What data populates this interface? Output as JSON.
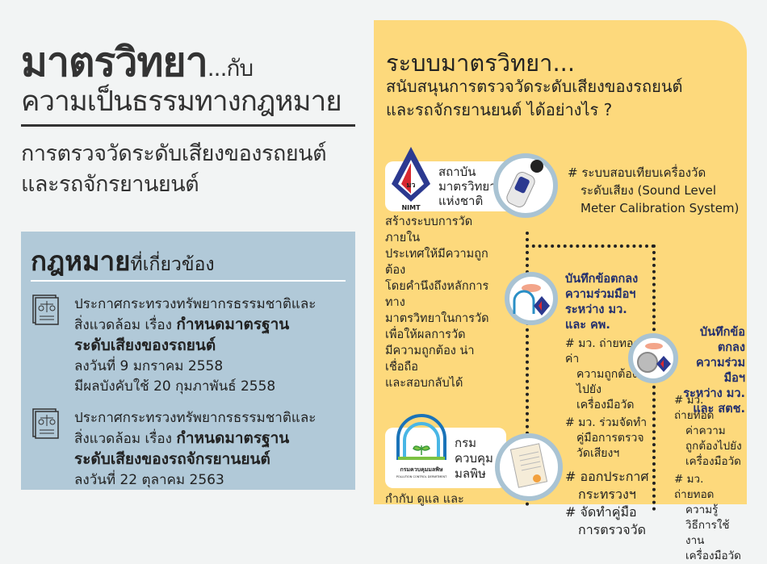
{
  "title": {
    "main_bold": "มาตรวิทยา",
    "main_suffix": "...กับ",
    "line2": "ความเป็นธรรมทางกฎหมาย",
    "subtitle_1": "การตรวจวัดระดับเสียงของรถยนต์",
    "subtitle_2": "และรถจักรยานยนต์"
  },
  "laws": {
    "heading_bold": "กฎหมาย",
    "heading_rest": "ที่เกี่ยวข้อง",
    "items": [
      {
        "icon": "law-document-icon",
        "line1": "ประกาศกระทรวงทรัพยากรธรรมชาติและ",
        "line2": "สิ่งแวดล้อม เรื่อง ",
        "bold1": "กำหนดมาตรฐาน",
        "bold2": "ระดับเสียงของรถยนต์",
        "date": "ลงวันที่ 9 มกราคม 2558",
        "effective": "มีผลบังคับใช้ 20 กุมภาพันธ์ 2558"
      },
      {
        "icon": "law-document-icon",
        "line1": "ประกาศกระทรวงทรัพยากรธรรมชาติและ",
        "line2": "สิ่งแวดล้อม เรื่อง ",
        "bold1": "กำหนดมาตรฐาน",
        "bold2": "ระดับเสียงของรถจักรยานยนต์",
        "date": "ลงวันที่ 22 ตุลาคม 2563"
      }
    ]
  },
  "system": {
    "heading": "ระบบมาตรวิทยา...",
    "sub1": "สนับสนุนการตรวจวัดระดับเสียงของรถยนต์",
    "sub2": "และรถจักรยานยนต์ ได้อย่างไร ?",
    "nimt": {
      "logo_text": "มว",
      "logo_caption": "NIMT",
      "name1": "สถาบัน",
      "name2": "มาตรวิทยา",
      "name3": "แห่งชาติ",
      "feature": [
        "# ระบบสอบเทียบเครื่องวัด",
        "ระดับเสียง (Sound Level",
        "Meter Calibration System)"
      ],
      "desc": [
        "สร้างระบบการวัดภายใน",
        "ประเทศให้มีความถูกต้อง",
        "โดยคำนึงถึงหลักการทาง",
        "มาตรวิทยาในการวัด",
        "เพื่อให้ผลการวัด",
        "มีความถูกต้อง น่าเชื่อถือ",
        "และสอบกลับได้"
      ]
    },
    "mou_pcd": {
      "title": [
        "บันทึกข้อตกลง",
        "ความร่วมมือฯ",
        "ระหว่าง มว. และ คพ."
      ],
      "bullets": [
        [
          "# มว. ถ่ายทอดค่า",
          "ความถูกต้อง",
          "ไปยัง",
          "เครื่องมือวัด"
        ],
        [
          "# มว. ร่วมจัดทำ",
          "คู่มือการตรวจ",
          "วัดเสียงฯ"
        ]
      ]
    },
    "mou_tisi": {
      "title": [
        "บันทึกข้อตกลง",
        "ความร่วมมือฯ",
        "ระหว่าง มว.",
        "และ สตช."
      ],
      "bullets": [
        [
          "# มว. ถ่ายทอด",
          "ค่าความ",
          "ถูกต้องไปยัง",
          "เครื่องมือวัด"
        ],
        [
          "# มว. ถ่ายทอด",
          "ความรู้",
          "วิธีการใช้งาน",
          "เครื่องมือวัด"
        ]
      ]
    },
    "pcd": {
      "logo_caption": "กรมควบคุมมลพิษ",
      "logo_caption_en": "POLLUTION CONTROL DEPARTMENT",
      "name1": "กรม",
      "name2": "ควบคุม",
      "name3": "มลพิษ",
      "actions": [
        "# ออกประกาศ",
        "กระทรวงฯ",
        "# จัดทำคู่มือ",
        "การตรวจวัด"
      ],
      "desc": "กำกับ ดูแล และ"
    }
  },
  "colors": {
    "background": "#f2f4f4",
    "law_box": "#b1c9d8",
    "panel": "#fdd97c",
    "navy": "#24306e",
    "nimt_red": "#d7282f",
    "nimt_blue": "#2b3990"
  }
}
